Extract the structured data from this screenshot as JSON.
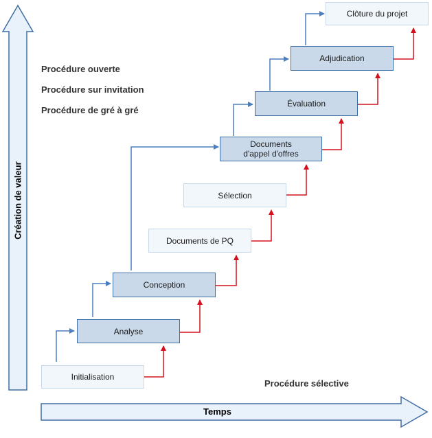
{
  "colors": {
    "blue_arrow": "#4a7ebf",
    "red_arrow": "#d4101e",
    "dark_box_fill": "#c9d9ea",
    "dark_box_border": "#3f6ea5",
    "light_box_fill": "#f2f7fc",
    "light_box_border": "#c7d8ea",
    "axis_fill": "#e9f1fa",
    "axis_border": "#3f6ea5"
  },
  "axes": {
    "vertical_label": "Création de valeur",
    "horizontal_label": "Temps"
  },
  "legend": {
    "open": "Procédure ouverte",
    "invitation": "Procédure sur invitation",
    "gre_a_gre": "Procédure de gré à gré",
    "selective": "Procédure sélective"
  },
  "steps": [
    {
      "label": "Initialisation",
      "style": "light"
    },
    {
      "label": "Analyse",
      "style": "dark"
    },
    {
      "label": "Conception",
      "style": "dark"
    },
    {
      "label": "Documents de PQ",
      "style": "light"
    },
    {
      "label": "Sélection",
      "style": "light"
    },
    {
      "label": "Documents\nd'appel d'offres",
      "style": "dark"
    },
    {
      "label": "Évaluation",
      "style": "dark"
    },
    {
      "label": "Adjudication",
      "style": "dark"
    },
    {
      "label": "Clôture du projet",
      "style": "light"
    }
  ]
}
